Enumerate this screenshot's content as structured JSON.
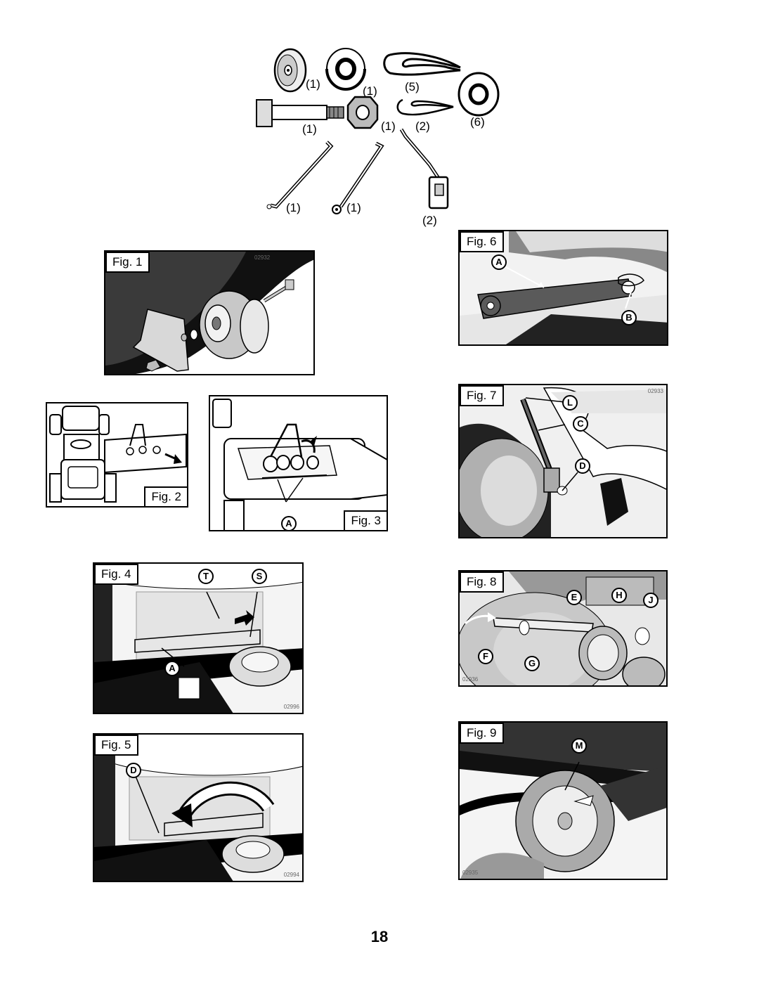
{
  "parts": {
    "wheel_qty": "(1)",
    "spacer_qty": "(1)",
    "hairpin_large_qty": "(5)",
    "washer_qty": "(6)",
    "bolt_qty": "(1)",
    "nut_qty": "(1)",
    "hairpin_small_qty": "(2)",
    "rod1_qty": "(1)",
    "rod2_qty": "(1)",
    "rod3_qty": "(2)"
  },
  "figures": {
    "fig1": {
      "label": "Fig. 1",
      "code": "02932"
    },
    "fig2": {
      "label": "Fig. 2"
    },
    "fig3": {
      "label": "Fig. 3",
      "callout_a": "A"
    },
    "fig4": {
      "label": "Fig. 4",
      "callout_t": "T",
      "callout_s": "S",
      "callout_a": "A",
      "code": "02996"
    },
    "fig5": {
      "label": "Fig. 5",
      "callout_d": "D",
      "code": "02994"
    },
    "fig6": {
      "label": "Fig. 6",
      "callout_a": "A",
      "callout_b": "B"
    },
    "fig7": {
      "label": "Fig. 7",
      "callout_l": "L",
      "callout_c": "C",
      "callout_d": "D",
      "code": "02933"
    },
    "fig8": {
      "label": "Fig. 8",
      "callout_e": "E",
      "callout_h": "H",
      "callout_j": "J",
      "callout_f": "F",
      "callout_g": "G",
      "code": "02936"
    },
    "fig9": {
      "label": "Fig. 9",
      "callout_m": "M",
      "code": "02935"
    }
  },
  "page_number": "18"
}
